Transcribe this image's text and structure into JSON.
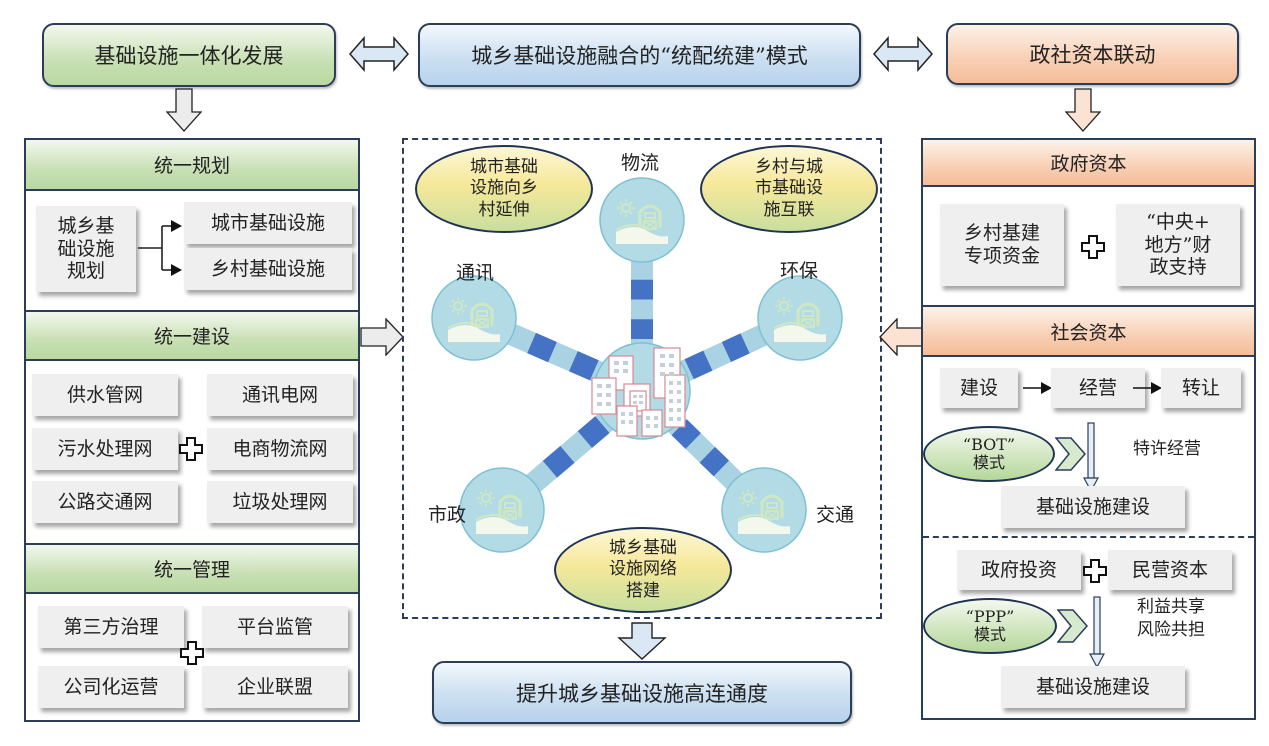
{
  "top": {
    "left_title": "基础设施一体化发展",
    "center_title": "城乡基础设施融合的“统配统建”模式",
    "right_title": "政社资本联动"
  },
  "left_panel": {
    "planning": {
      "header": "统一规划",
      "source": "城乡基础设施规划",
      "source_lines": [
        "城乡基",
        "础设施",
        "规划"
      ],
      "targets": [
        "城市基础设施",
        "乡村基础设施"
      ]
    },
    "construction": {
      "header": "统一建设",
      "left_items": [
        "供水管网",
        "污水处理网",
        "公路交通网"
      ],
      "right_items": [
        "通讯电网",
        "电商物流网",
        "垃圾处理网"
      ]
    },
    "management": {
      "header": "统一管理",
      "items": [
        "第三方治理",
        "平台监管",
        "公司化运营",
        "企业联盟"
      ]
    }
  },
  "center": {
    "ellipse_top_left_lines": [
      "城市基础",
      "设施向乡",
      "村延伸"
    ],
    "ellipse_top_right_lines": [
      "乡村与城",
      "市基础设",
      "施互联"
    ],
    "ellipse_bottom_lines": [
      "城乡基础",
      "设施网络",
      "搭建"
    ],
    "nodes": [
      "物流",
      "通讯",
      "环保",
      "市政",
      "交通"
    ],
    "result": "提升城乡基础设施高连通度"
  },
  "right_panel": {
    "government": {
      "header": "政府资本",
      "item1_lines": [
        "乡村基建",
        "专项资金"
      ],
      "item2_lines": [
        "“中央+",
        "地方”财",
        "政支持"
      ]
    },
    "social": {
      "header": "社会资本",
      "bot_steps": [
        "建设",
        "经营",
        "转让"
      ],
      "bot_model_lines": [
        "“BOT”",
        "模式"
      ],
      "bot_note": "特许经营",
      "bot_result": "基础设施建设",
      "ppp_sources": [
        "政府投资",
        "民营资本"
      ],
      "ppp_model_lines": [
        "“PPP”",
        "模式"
      ],
      "ppp_note_lines": [
        "利益共享",
        "风险共担"
      ],
      "ppp_result": "基础设施建设"
    }
  },
  "colors": {
    "border": "#2b3d57",
    "green_fill": "#c8e0b4",
    "blue_fill": "#cfe1f2",
    "orange_fill": "#f8cfb4",
    "node_fill": "#b3dbe6",
    "link_dark": "#4472c4",
    "link_light": "#a9d3e3"
  }
}
